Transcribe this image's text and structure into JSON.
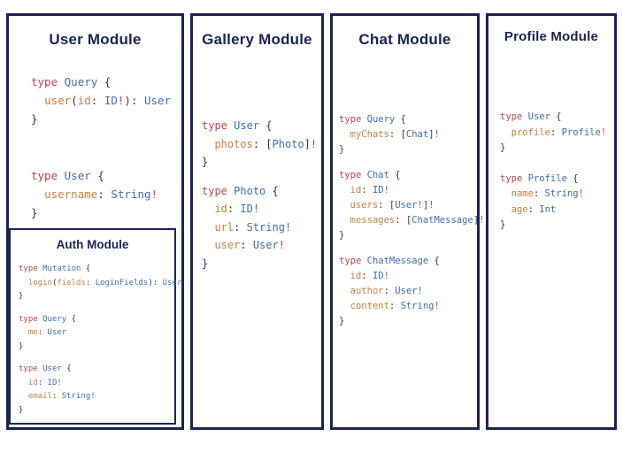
{
  "colors": {
    "panel_border": "#1b2357",
    "title_navy": "#1b2357",
    "keyword_red": "#bb4648",
    "type_blue": "#3e6db5",
    "field_orange": "#c8803f",
    "punctuation_dark": "#343c48",
    "bang_red": "#bb4648",
    "background": "#ffffff"
  },
  "panels": [
    {
      "title": "User Module",
      "code": [
        [
          [
            [
              "k",
              "type"
            ],
            [
              "p",
              " "
            ],
            [
              "t",
              "Query"
            ],
            [
              "p",
              " {"
            ]
          ],
          [
            [
              "p",
              "  "
            ],
            [
              "f",
              "user"
            ],
            [
              "p",
              "("
            ],
            [
              "f",
              "id"
            ],
            [
              "p",
              ": "
            ],
            [
              "t",
              "ID"
            ],
            [
              "b",
              "!"
            ],
            [
              "p",
              "): "
            ],
            [
              "t",
              "User"
            ]
          ],
          [
            [
              "p",
              "}"
            ]
          ]
        ],
        [
          [
            [
              "k",
              "type"
            ],
            [
              "p",
              " "
            ],
            [
              "t",
              "User"
            ],
            [
              "p",
              " {"
            ]
          ],
          [
            [
              "p",
              "  "
            ],
            [
              "f",
              "username"
            ],
            [
              "p",
              ": "
            ],
            [
              "t",
              "String"
            ],
            [
              "b",
              "!"
            ]
          ],
          [
            [
              "p",
              "}"
            ]
          ]
        ]
      ],
      "inner": {
        "title": "Auth Module",
        "code": [
          [
            [
              [
                "k",
                "type"
              ],
              [
                "p",
                " "
              ],
              [
                "t",
                "Mutation"
              ],
              [
                "p",
                " {"
              ]
            ],
            [
              [
                "p",
                "  "
              ],
              [
                "f",
                "login"
              ],
              [
                "p",
                "("
              ],
              [
                "f",
                "fields"
              ],
              [
                "p",
                ": "
              ],
              [
                "t",
                "LoginFields"
              ],
              [
                "p",
                "): "
              ],
              [
                "t",
                "User"
              ]
            ],
            [
              [
                "p",
                "}"
              ]
            ]
          ],
          [
            [
              [
                "k",
                "type"
              ],
              [
                "p",
                " "
              ],
              [
                "t",
                "Query"
              ],
              [
                "p",
                " {"
              ]
            ],
            [
              [
                "p",
                "  "
              ],
              [
                "f",
                "me"
              ],
              [
                "p",
                ": "
              ],
              [
                "t",
                "User"
              ]
            ],
            [
              [
                "p",
                "}"
              ]
            ]
          ],
          [
            [
              [
                "k",
                "type"
              ],
              [
                "p",
                " "
              ],
              [
                "t",
                "User"
              ],
              [
                "p",
                " {"
              ]
            ],
            [
              [
                "p",
                "  "
              ],
              [
                "f",
                "id"
              ],
              [
                "p",
                ": "
              ],
              [
                "t",
                "ID"
              ],
              [
                "b",
                "!"
              ]
            ],
            [
              [
                "p",
                "  "
              ],
              [
                "f",
                "email"
              ],
              [
                "p",
                ": "
              ],
              [
                "t",
                "String"
              ],
              [
                "b",
                "!"
              ]
            ],
            [
              [
                "p",
                "}"
              ]
            ]
          ]
        ]
      }
    },
    {
      "title": "Gallery Module",
      "code": [
        [
          [
            [
              "k",
              "type"
            ],
            [
              "p",
              " "
            ],
            [
              "t",
              "User"
            ],
            [
              "p",
              " {"
            ]
          ],
          [
            [
              "p",
              "  "
            ],
            [
              "f",
              "photos"
            ],
            [
              "p",
              ": ["
            ],
            [
              "t",
              "Photo"
            ],
            [
              "p",
              "]"
            ],
            [
              "b",
              "!"
            ]
          ],
          [
            [
              "p",
              "}"
            ]
          ]
        ],
        [
          [
            [
              "k",
              "type"
            ],
            [
              "p",
              " "
            ],
            [
              "t",
              "Photo"
            ],
            [
              "p",
              " {"
            ]
          ],
          [
            [
              "p",
              "  "
            ],
            [
              "f",
              "id"
            ],
            [
              "p",
              ": "
            ],
            [
              "t",
              "ID"
            ],
            [
              "b",
              "!"
            ]
          ],
          [
            [
              "p",
              "  "
            ],
            [
              "f",
              "url"
            ],
            [
              "p",
              ": "
            ],
            [
              "t",
              "String"
            ],
            [
              "b",
              "!"
            ]
          ],
          [
            [
              "p",
              "  "
            ],
            [
              "f",
              "user"
            ],
            [
              "p",
              ": "
            ],
            [
              "t",
              "User"
            ],
            [
              "b",
              "!"
            ]
          ],
          [
            [
              "p",
              "}"
            ]
          ]
        ]
      ]
    },
    {
      "title": "Chat Module",
      "code": [
        [
          [
            [
              "k",
              "type"
            ],
            [
              "p",
              " "
            ],
            [
              "t",
              "Query"
            ],
            [
              "p",
              " {"
            ]
          ],
          [
            [
              "p",
              "  "
            ],
            [
              "f",
              "myChats"
            ],
            [
              "p",
              ": ["
            ],
            [
              "t",
              "Chat"
            ],
            [
              "p",
              "]"
            ],
            [
              "b",
              "!"
            ]
          ],
          [
            [
              "p",
              "}"
            ]
          ]
        ],
        [
          [
            [
              "k",
              "type"
            ],
            [
              "p",
              " "
            ],
            [
              "t",
              "Chat"
            ],
            [
              "p",
              " {"
            ]
          ],
          [
            [
              "p",
              "  "
            ],
            [
              "f",
              "id"
            ],
            [
              "p",
              ": "
            ],
            [
              "t",
              "ID"
            ],
            [
              "b",
              "!"
            ]
          ],
          [
            [
              "p",
              "  "
            ],
            [
              "f",
              "users"
            ],
            [
              "p",
              ": ["
            ],
            [
              "t",
              "User"
            ],
            [
              "b",
              "!"
            ],
            [
              "p",
              "]"
            ],
            [
              "b",
              "!"
            ]
          ],
          [
            [
              "p",
              "  "
            ],
            [
              "f",
              "messages"
            ],
            [
              "p",
              ": ["
            ],
            [
              "t",
              "ChatMessage"
            ],
            [
              "p",
              "]"
            ],
            [
              "b",
              "!"
            ]
          ],
          [
            [
              "p",
              "}"
            ]
          ]
        ],
        [
          [
            [
              "k",
              "type"
            ],
            [
              "p",
              " "
            ],
            [
              "t",
              "ChatMessage"
            ],
            [
              "p",
              " {"
            ]
          ],
          [
            [
              "p",
              "  "
            ],
            [
              "f",
              "id"
            ],
            [
              "p",
              ": "
            ],
            [
              "t",
              "ID"
            ],
            [
              "b",
              "!"
            ]
          ],
          [
            [
              "p",
              "  "
            ],
            [
              "f",
              "author"
            ],
            [
              "p",
              ": "
            ],
            [
              "t",
              "User"
            ],
            [
              "b",
              "!"
            ]
          ],
          [
            [
              "p",
              "  "
            ],
            [
              "f",
              "content"
            ],
            [
              "p",
              ": "
            ],
            [
              "t",
              "String"
            ],
            [
              "b",
              "!"
            ]
          ],
          [
            [
              "p",
              "}"
            ]
          ]
        ]
      ]
    },
    {
      "title": "Profile Module",
      "code": [
        [
          [
            [
              "k",
              "type"
            ],
            [
              "p",
              " "
            ],
            [
              "t",
              "User"
            ],
            [
              "p",
              " {"
            ]
          ],
          [
            [
              "p",
              "  "
            ],
            [
              "f",
              "profile"
            ],
            [
              "p",
              ": "
            ],
            [
              "t",
              "Profile"
            ],
            [
              "b",
              "!"
            ]
          ],
          [
            [
              "p",
              "}"
            ]
          ]
        ],
        [
          [
            [
              "k",
              "type"
            ],
            [
              "p",
              " "
            ],
            [
              "t",
              "Profile"
            ],
            [
              "p",
              " {"
            ]
          ],
          [
            [
              "p",
              "  "
            ],
            [
              "f",
              "name"
            ],
            [
              "p",
              ": "
            ],
            [
              "t",
              "String"
            ],
            [
              "b",
              "!"
            ]
          ],
          [
            [
              "p",
              "  "
            ],
            [
              "f",
              "age"
            ],
            [
              "p",
              ": "
            ],
            [
              "t",
              "Int"
            ]
          ],
          [
            [
              "p",
              "}"
            ]
          ]
        ]
      ]
    }
  ]
}
